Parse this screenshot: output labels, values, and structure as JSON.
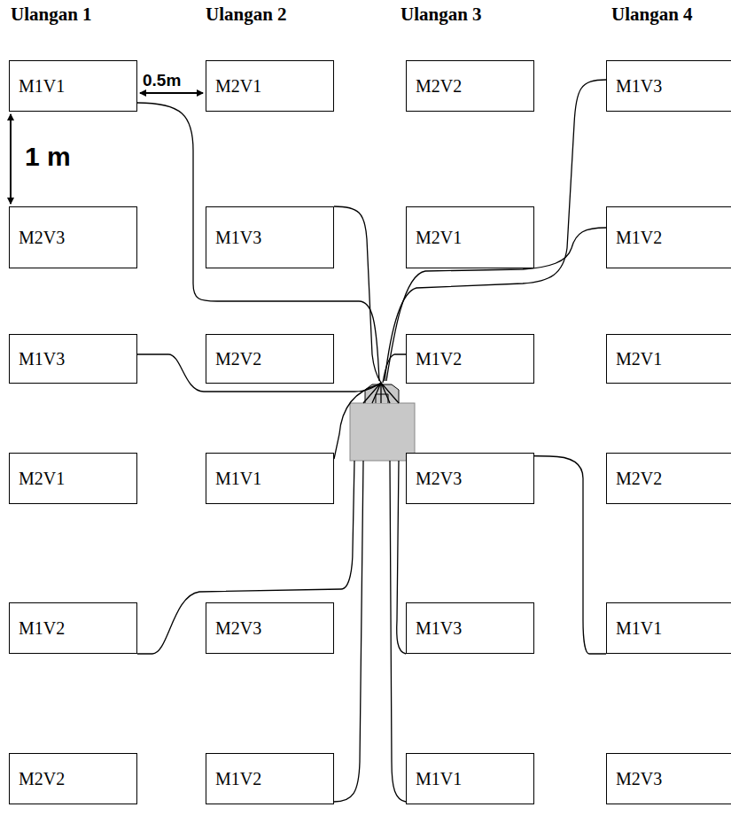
{
  "diagram": {
    "nodes": [
      {
        "text": [
          "M1V1"
        ]
      },
      {
        "text": [
          "M2V1"
        ]
      },
      {
        "text": [
          "M2V2"
        ]
      },
      {
        "text": [
          "M1V3"
        ]
      },
      {
        "text": [
          "M2V3"
        ]
      },
      {
        "text": [
          "M1V3"
        ]
      },
      {
        "text": [
          "M2V1"
        ]
      },
      {
        "text": [
          "M1V2"
        ]
      },
      {
        "text": [
          "M1V3"
        ]
      },
      {
        "text": [
          "M2V2"
        ]
      },
      {
        "text": [
          "M1V2"
        ]
      },
      {
        "text": [
          "M2V1"
        ]
      },
      {
        "text": [
          "M2V1"
        ]
      },
      {
        "text": [
          "M1V1"
        ]
      },
      {
        "text": [
          "M2V3"
        ]
      },
      {
        "text": [
          "M2V2"
        ]
      },
      {
        "text": [
          "M1V2"
        ]
      },
      {
        "text": [
          "M2V3"
        ]
      },
      {
        "text": [
          "M1V3"
        ]
      },
      {
        "text": [
          "M1V1"
        ]
      },
      {
        "text": [
          "M2V2"
        ]
      },
      {
        "text": [
          "M1V2"
        ]
      },
      {
        "text": [
          "M1V1"
        ]
      },
      {
        "text": [
          "M2V3"
        ]
      }
    ],
    "labels": [
      "Ulangan 1",
      "Ulangan 2",
      "Ulangan 3",
      "Ulangan 4",
      "0.5m",
      "1 m"
    ]
  }
}
